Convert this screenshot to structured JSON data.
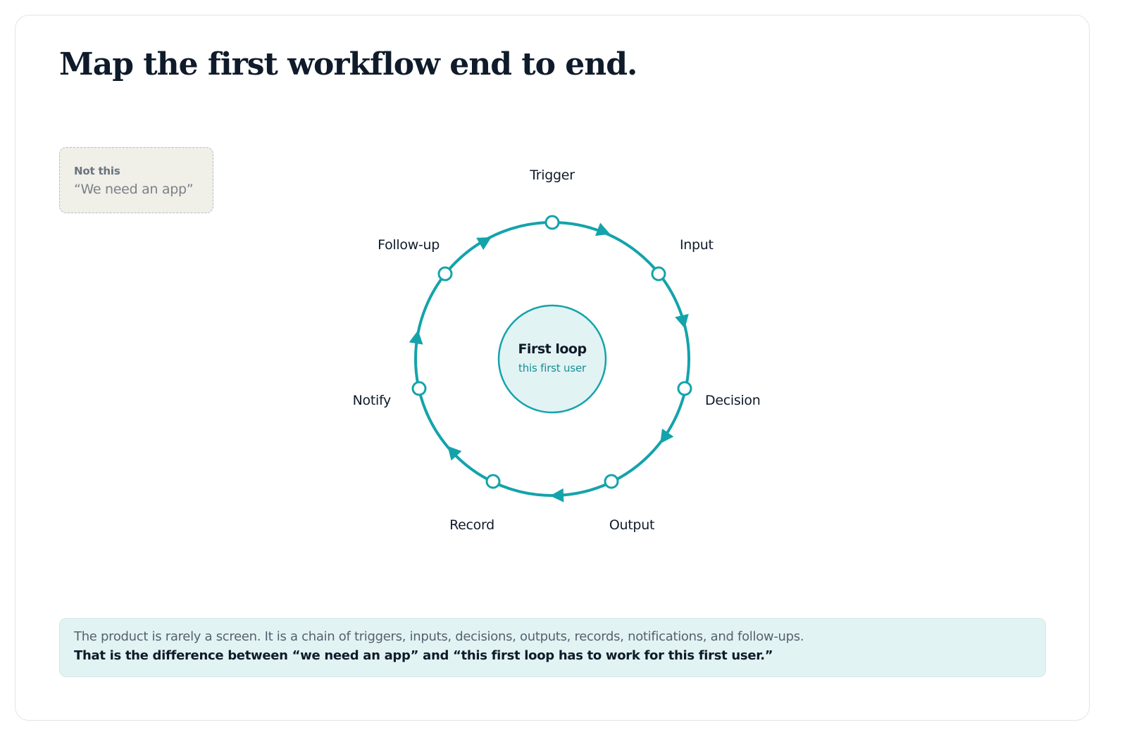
{
  "title": "Map the first workflow end to end.",
  "not_this": {
    "label": "Not this",
    "quote": "“We need an app”"
  },
  "diagram": {
    "center_title": "First loop",
    "center_subtitle": "this first user",
    "steps": [
      "Trigger",
      "Input",
      "Decision",
      "Output",
      "Record",
      "Notify",
      "Follow-up"
    ],
    "colors": {
      "accent": "#14a3ab",
      "center_fill": "#e2f3f3",
      "center_subtitle": "#148f96"
    }
  },
  "footer": {
    "line1": "The product is rarely a screen. It is a chain of triggers, inputs, decisions, outputs, records, notifications, and follow-ups.",
    "line2": "That is the difference between “we need an app” and “this first loop has to work for this first user.”"
  }
}
